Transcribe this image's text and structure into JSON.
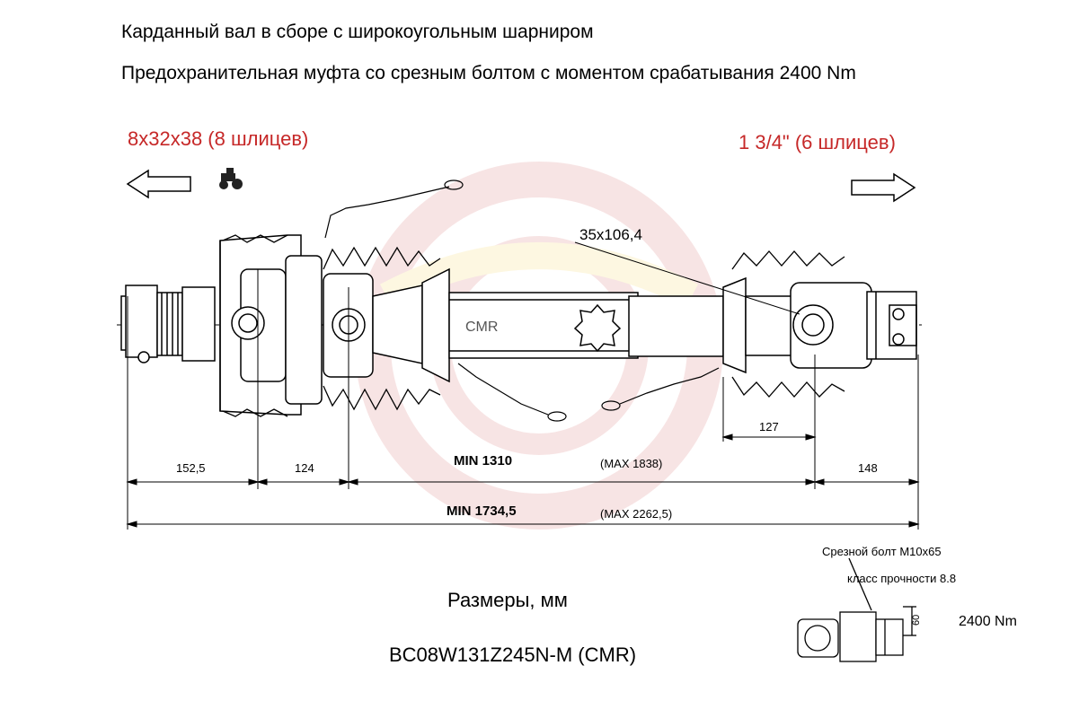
{
  "header": {
    "title_line1": "Карданный вал в сборе с широкоугольным шарниром",
    "title_line2": "Предохранительная муфта со срезным болтом с моментом срабатывания 2400 Nm"
  },
  "splines": {
    "left": "8x32x38 (8 шлицев)",
    "right": "1 3/4\" (6 шлицев)"
  },
  "icons": {
    "left_arrow": "arrow-left-icon",
    "tractor": "tractor-icon",
    "right_arrow": "arrow-right-icon"
  },
  "dimensions": {
    "profile": "35x106,4",
    "d152": "152,5",
    "d124": "124",
    "d127": "127",
    "d148": "148",
    "min_length": "MIN 1310",
    "max_length": "(MAX 1838)",
    "min_total": "MIN 1734,5",
    "max_total": "(MAX 2262,5)"
  },
  "brand": "CMR",
  "footer": {
    "sizes_label": "Размеры, мм",
    "model_code": "BC08W131Z245N-M (CMR)"
  },
  "detail": {
    "shear_bolt": "Срезной болт M10x65",
    "strength_class": "класс прочности 8.8",
    "dim_60": "60",
    "torque": "2400 Nm"
  }
}
